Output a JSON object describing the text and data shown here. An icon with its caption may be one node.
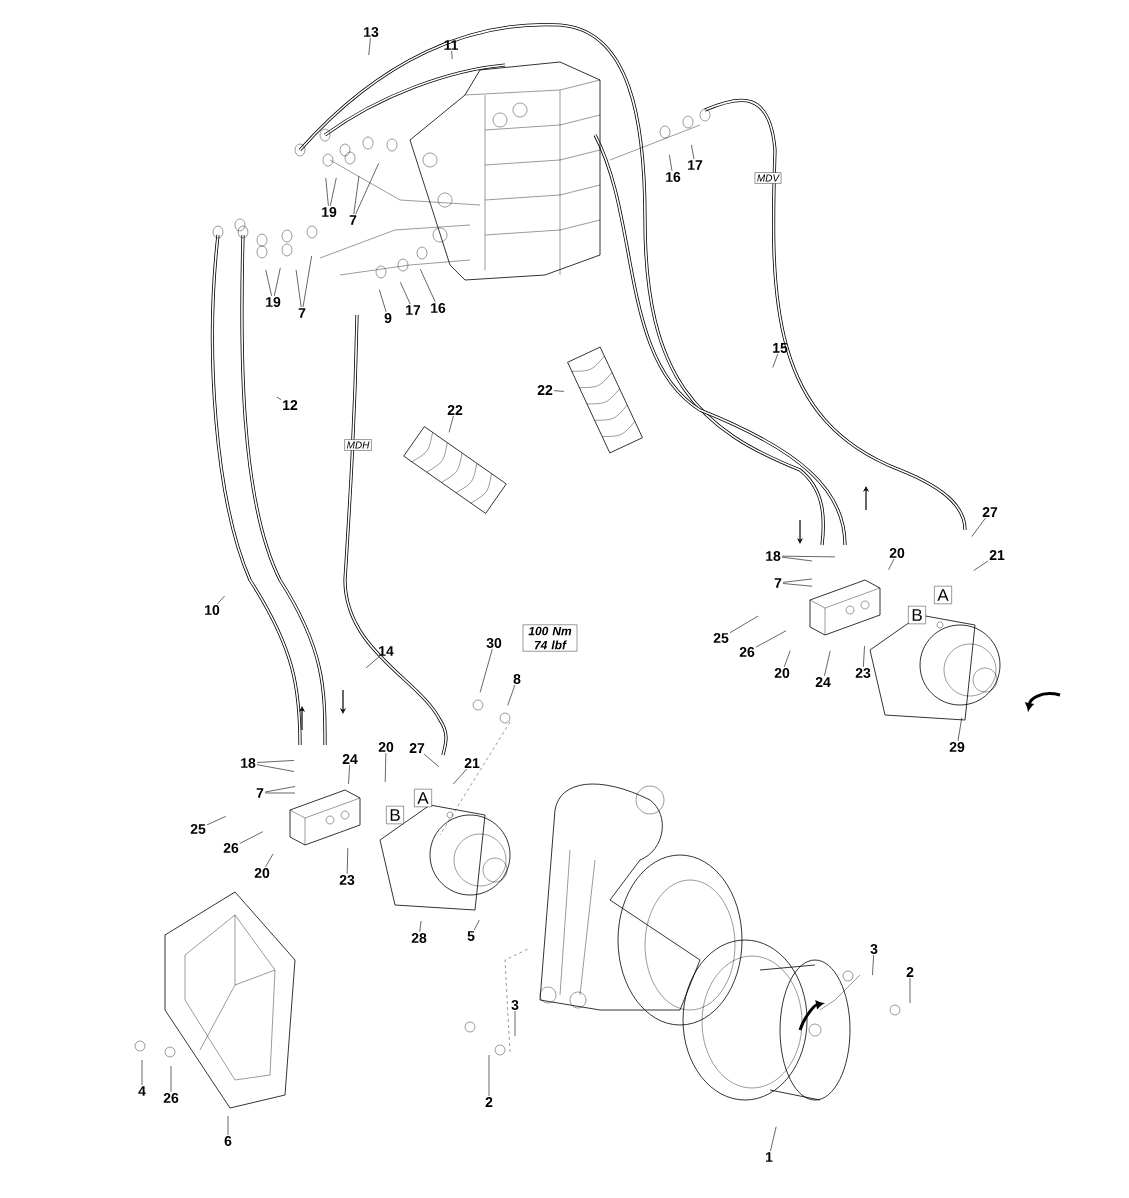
{
  "diagram": {
    "nodes": [
      {
        "text": [
          "13"
        ]
      },
      {
        "text": [
          "11"
        ]
      },
      {
        "text": [
          "16"
        ]
      },
      {
        "text": [
          "17"
        ]
      },
      {
        "text": [
          "MDV"
        ]
      },
      {
        "text": [
          "19"
        ]
      },
      {
        "text": [
          "7"
        ]
      },
      {
        "text": [
          "19"
        ]
      },
      {
        "text": [
          "7"
        ]
      },
      {
        "text": [
          "9"
        ]
      },
      {
        "text": [
          "17"
        ]
      },
      {
        "text": [
          "16"
        ]
      },
      {
        "text": [
          "15"
        ]
      },
      {
        "text": [
          "22"
        ]
      },
      {
        "text": [
          "12"
        ]
      },
      {
        "text": [
          "MDH"
        ]
      },
      {
        "text": [
          "22"
        ]
      },
      {
        "text": [
          "27"
        ]
      },
      {
        "text": [
          "18"
        ]
      },
      {
        "text": [
          "20"
        ]
      },
      {
        "text": [
          "21"
        ]
      },
      {
        "text": [
          "7"
        ]
      },
      {
        "text": [
          "A"
        ]
      },
      {
        "text": [
          "B"
        ]
      },
      {
        "text": [
          "25"
        ]
      },
      {
        "text": [
          "26"
        ]
      },
      {
        "text": [
          "20"
        ]
      },
      {
        "text": [
          "24"
        ]
      },
      {
        "text": [
          "23"
        ]
      },
      {
        "text": [
          "10"
        ]
      },
      {
        "text": [
          "14"
        ]
      },
      {
        "text": [
          "100 Nm 74 lbf"
        ]
      },
      {
        "text": [
          "30"
        ]
      },
      {
        "text": [
          "8"
        ]
      },
      {
        "text": [
          "29"
        ]
      },
      {
        "text": [
          "18"
        ]
      },
      {
        "text": [
          "24"
        ]
      },
      {
        "text": [
          "20"
        ]
      },
      {
        "text": [
          "27"
        ]
      },
      {
        "text": [
          "21"
        ]
      },
      {
        "text": [
          "A"
        ]
      },
      {
        "text": [
          "B"
        ]
      },
      {
        "text": [
          "7"
        ]
      },
      {
        "text": [
          "25"
        ]
      },
      {
        "text": [
          "26"
        ]
      },
      {
        "text": [
          "20"
        ]
      },
      {
        "text": [
          "23"
        ]
      },
      {
        "text": [
          "28"
        ]
      },
      {
        "text": [
          "5"
        ]
      },
      {
        "text": [
          "3"
        ]
      },
      {
        "text": [
          "2"
        ]
      },
      {
        "text": [
          "3"
        ]
      },
      {
        "text": [
          "4"
        ]
      },
      {
        "text": [
          "26"
        ]
      },
      {
        "text": [
          "2"
        ]
      },
      {
        "text": [
          "6"
        ]
      },
      {
        "text": [
          "1"
        ]
      }
    ],
    "edges": [
      {
        "from": 0,
        "to": null,
        "arrow": "none"
      },
      {
        "from": 1,
        "to": null,
        "arrow": "none"
      },
      {
        "from": 2,
        "to": null,
        "arrow": "none"
      },
      {
        "from": 3,
        "to": null,
        "arrow": "none"
      },
      {
        "from": 5,
        "to": null,
        "arrow": "none"
      },
      {
        "from": 5,
        "to": null,
        "arrow": "none"
      },
      {
        "from": 6,
        "to": null,
        "arrow": "none"
      },
      {
        "from": 6,
        "to": null,
        "arrow": "none"
      },
      {
        "from": 7,
        "to": null,
        "arrow": "none"
      },
      {
        "from": 7,
        "to": null,
        "arrow": "none"
      },
      {
        "from": 8,
        "to": null,
        "arrow": "none"
      },
      {
        "from": 8,
        "to": null,
        "arrow": "none"
      },
      {
        "from": 9,
        "to": null,
        "arrow": "none"
      },
      {
        "from": 10,
        "to": null,
        "arrow": "none"
      },
      {
        "from": 11,
        "to": null,
        "arrow": "none"
      },
      {
        "from": 12,
        "to": null,
        "arrow": "none"
      },
      {
        "from": 13,
        "to": null,
        "arrow": "none"
      },
      {
        "from": 14,
        "to": null,
        "arrow": "none"
      },
      {
        "from": 16,
        "to": null,
        "arrow": "none"
      },
      {
        "from": 17,
        "to": null,
        "arrow": "none"
      },
      {
        "from": 18,
        "to": null,
        "arrow": "none"
      },
      {
        "from": 18,
        "to": null,
        "arrow": "none"
      },
      {
        "from": 19,
        "to": null,
        "arrow": "none"
      },
      {
        "from": 20,
        "to": null,
        "arrow": "none"
      },
      {
        "from": 21,
        "to": null,
        "arrow": "none"
      },
      {
        "from": 21,
        "to": null,
        "arrow": "none"
      },
      {
        "from": 24,
        "to": null,
        "arrow": "none"
      },
      {
        "from": 25,
        "to": null,
        "arrow": "none"
      },
      {
        "from": 26,
        "to": null,
        "arrow": "none"
      },
      {
        "from": 27,
        "to": null,
        "arrow": "none"
      },
      {
        "from": 28,
        "to": null,
        "arrow": "none"
      },
      {
        "from": 29,
        "to": null,
        "arrow": "none"
      },
      {
        "from": 30,
        "to": null,
        "arrow": "none"
      },
      {
        "from": 32,
        "to": null,
        "arrow": "none"
      },
      {
        "from": 33,
        "to": null,
        "arrow": "none"
      },
      {
        "from": 34,
        "to": null,
        "arrow": "none"
      },
      {
        "from": 35,
        "to": null,
        "arrow": "none"
      },
      {
        "from": 35,
        "to": null,
        "arrow": "none"
      },
      {
        "from": 36,
        "to": null,
        "arrow": "none"
      },
      {
        "from": 37,
        "to": null,
        "arrow": "none"
      },
      {
        "from": 38,
        "to": null,
        "arrow": "none"
      },
      {
        "from": 39,
        "to": null,
        "arrow": "none"
      },
      {
        "from": 42,
        "to": null,
        "arrow": "none"
      },
      {
        "from": 42,
        "to": null,
        "arrow": "none"
      },
      {
        "from": 43,
        "to": null,
        "arrow": "none"
      },
      {
        "from": 44,
        "to": null,
        "arrow": "none"
      },
      {
        "from": 45,
        "to": null,
        "arrow": "none"
      },
      {
        "from": 46,
        "to": null,
        "arrow": "none"
      },
      {
        "from": 47,
        "to": null,
        "arrow": "none"
      },
      {
        "from": 48,
        "to": null,
        "arrow": "none"
      },
      {
        "from": 49,
        "to": null,
        "arrow": "none"
      },
      {
        "from": 50,
        "to": null,
        "arrow": "none"
      },
      {
        "from": 51,
        "to": null,
        "arrow": "none"
      },
      {
        "from": 52,
        "to": null,
        "arrow": "none"
      },
      {
        "from": 53,
        "to": null,
        "arrow": "none"
      },
      {
        "from": 54,
        "to": null,
        "arrow": "none"
      },
      {
        "from": 55,
        "to": null,
        "arrow": "none"
      },
      {
        "from": 56,
        "to": null,
        "arrow": "none"
      }
    ]
  }
}
